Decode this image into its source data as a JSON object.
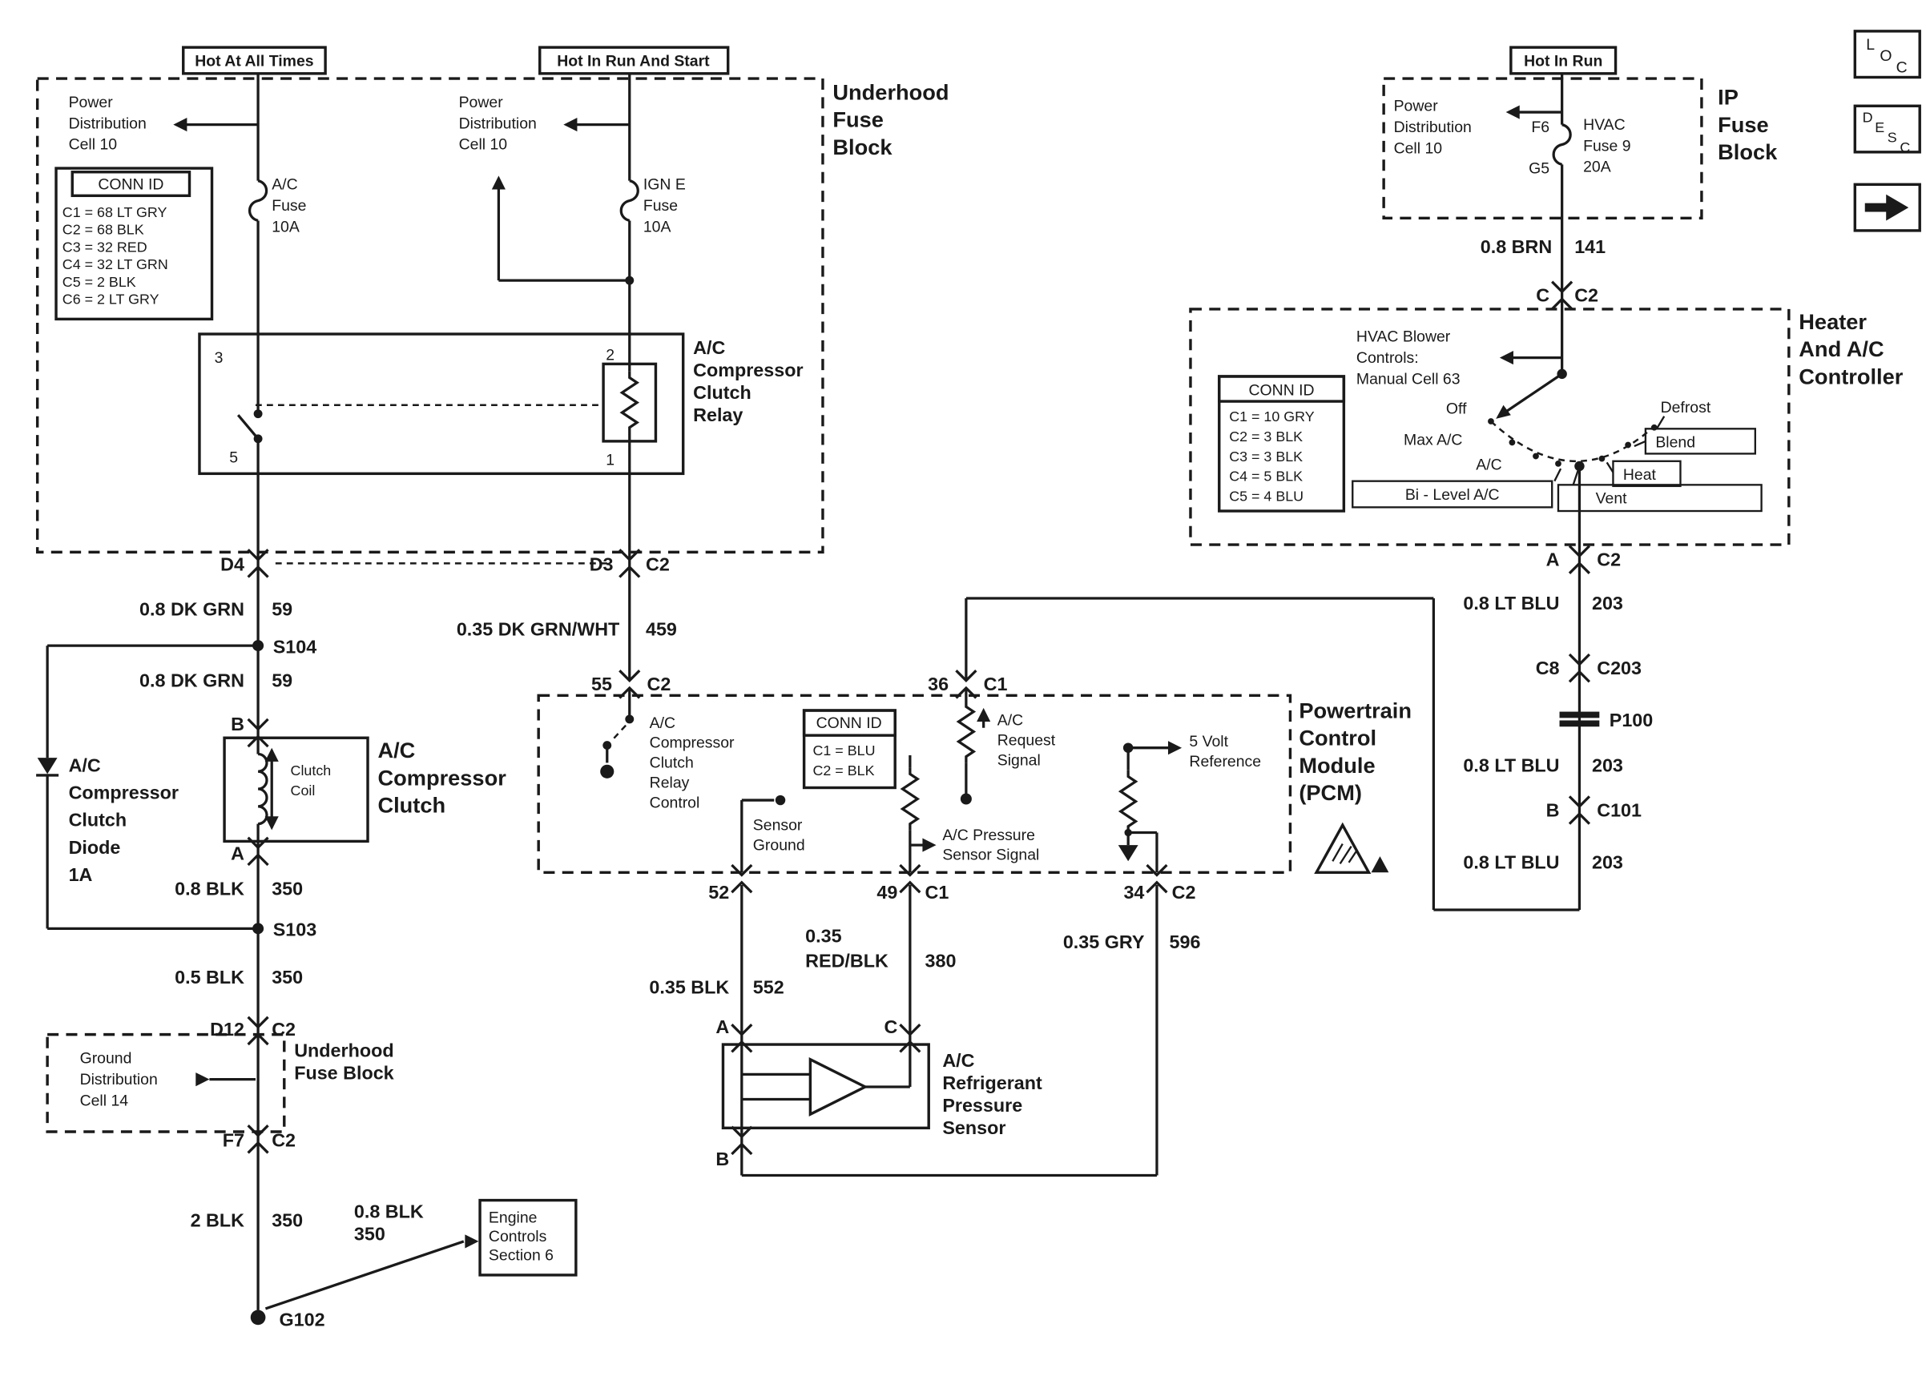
{
  "colors": {
    "ink": "#1a1a1a",
    "paper": "#ffffff"
  },
  "corner": {
    "loc": [
      "L",
      "O",
      "C"
    ],
    "desc": [
      "D",
      "E",
      "S",
      "C"
    ]
  },
  "banners": {
    "hot_at_all_times": "Hot At All Times",
    "hot_in_run_and_start": "Hot In Run And Start",
    "hot_in_run": "Hot In Run"
  },
  "underhood": {
    "title": [
      "Underhood",
      "Fuse",
      "Block"
    ],
    "power_dist_left": [
      "Power",
      "Distribution",
      "Cell 10"
    ],
    "power_dist_mid": [
      "Power",
      "Distribution",
      "Cell 10"
    ],
    "conn_id": {
      "header": "CONN ID",
      "rows": [
        "C1 = 68 LT GRY",
        "C2 = 68 BLK",
        "C3 = 32 RED",
        "C4 = 32 LT GRN",
        "C5 = 2 BLK",
        "C6 = 2 LT GRY"
      ]
    },
    "ac_fuse": [
      "A/C",
      "Fuse",
      "10A"
    ],
    "ign_fuse": [
      "IGN E",
      "Fuse",
      "10A"
    ],
    "relay": {
      "title": [
        "A/C",
        "Compressor",
        "Clutch",
        "Relay"
      ],
      "pin3": "3",
      "pin5": "5",
      "pin2": "2",
      "pin1": "1"
    }
  },
  "left_run": {
    "d4": "D4",
    "d3": "D3",
    "d3_conn": "C2",
    "w59a": {
      "name": "0.8 DK GRN",
      "num": "59"
    },
    "s104": "S104",
    "w59b": {
      "name": "0.8 DK GRN",
      "num": "59"
    },
    "pin_b": "B",
    "pin_a": "A",
    "clutch": {
      "coil": [
        "Clutch",
        "Coil"
      ],
      "title": [
        "A/C",
        "Compressor",
        "Clutch"
      ]
    },
    "diode": [
      "A/C",
      "Compressor",
      "Clutch",
      "Diode",
      "1A"
    ],
    "w350a": {
      "name": "0.8 BLK",
      "num": "350"
    },
    "s103": "S103",
    "w350b": {
      "name": "0.5 BLK",
      "num": "350"
    },
    "d12": {
      "pin": "D12",
      "conn": "C2"
    },
    "ground_dist": [
      "Ground",
      "Distribution",
      "Cell 14"
    ],
    "ufb": [
      "Underhood",
      "Fuse Block"
    ],
    "f7": {
      "pin": "F7",
      "conn": "C2"
    },
    "w350c": {
      "name": "2 BLK",
      "num": "350"
    },
    "w350d": [
      "0.8 BLK",
      "350"
    ],
    "engine": [
      "Engine",
      "Controls",
      "Section 6"
    ],
    "g102": "G102"
  },
  "pcm": {
    "w459": {
      "name": "0.35 DK GRN/WHT",
      "num": "459"
    },
    "p55": {
      "pin": "55",
      "conn": "C2"
    },
    "title": [
      "Powertrain",
      "Control",
      "Module",
      "(PCM)"
    ],
    "relay_control": [
      "A/C",
      "Compressor",
      "Clutch",
      "Relay",
      "Control"
    ],
    "conn_id": {
      "header": "CONN ID",
      "rows": [
        "C1 = BLU",
        "C2 = BLK"
      ]
    },
    "p36": {
      "pin": "36",
      "conn": "C1"
    },
    "request": [
      "A/C",
      "Request",
      "Signal"
    ],
    "sensor_ground": [
      "Sensor",
      "Ground"
    ],
    "pressure_signal": [
      "A/C Pressure",
      "Sensor Signal"
    ],
    "vref": [
      "5 Volt",
      "Reference"
    ],
    "p52": "52",
    "p49": {
      "pin": "49",
      "conn": "C1"
    },
    "p34": {
      "pin": "34",
      "conn": "C2"
    },
    "w552": {
      "name": "0.35 BLK",
      "num": "552"
    },
    "w380": {
      "l1": "0.35",
      "l2": "RED/BLK",
      "num": "380"
    },
    "w596": {
      "name": "0.35 GRY",
      "num": "596"
    }
  },
  "sensor": {
    "pin_a": "A",
    "pin_c": "C",
    "pin_b": "B",
    "title": [
      "A/C",
      "Refrigerant",
      "Pressure",
      "Sensor"
    ]
  },
  "right": {
    "ip_title": [
      "IP",
      "Fuse",
      "Block"
    ],
    "power_dist": [
      "Power",
      "Distribution",
      "Cell 10"
    ],
    "f6": "F6",
    "g5": "G5",
    "hvac_fuse": [
      "HVAC",
      "Fuse 9",
      "20A"
    ],
    "w141": {
      "name": "0.8 BRN",
      "num": "141"
    },
    "c_c2": {
      "pin": "C",
      "conn": "C2"
    },
    "controller_title": [
      "Heater",
      "And A/C",
      "Controller"
    ],
    "blower": [
      "HVAC Blower",
      "Controls:",
      "Manual Cell 63"
    ],
    "conn_id": {
      "header": "CONN ID",
      "rows": [
        "C1 = 10 GRY",
        "C2 = 3 BLK",
        "C3 = 3 BLK",
        "C4 = 5 BLK",
        "C5 = 4 BLU"
      ]
    },
    "positions": {
      "off": "Off",
      "max_ac": "Max A/C",
      "ac": "A/C",
      "bi_level": "Bi - Level A/C",
      "vent": "Vent",
      "heat": "Heat",
      "blend": "Blend",
      "defrost": "Defrost"
    },
    "a_c2": {
      "pin": "A",
      "conn": "C2"
    },
    "w203a": {
      "name": "0.8 LT BLU",
      "num": "203"
    },
    "c8": {
      "pin": "C8",
      "conn": "C203"
    },
    "p100": "P100",
    "w203b": {
      "name": "0.8 LT BLU",
      "num": "203"
    },
    "b_c101": {
      "pin": "B",
      "conn": "C101"
    },
    "w203c": {
      "name": "0.8 LT BLU",
      "num": "203"
    }
  }
}
